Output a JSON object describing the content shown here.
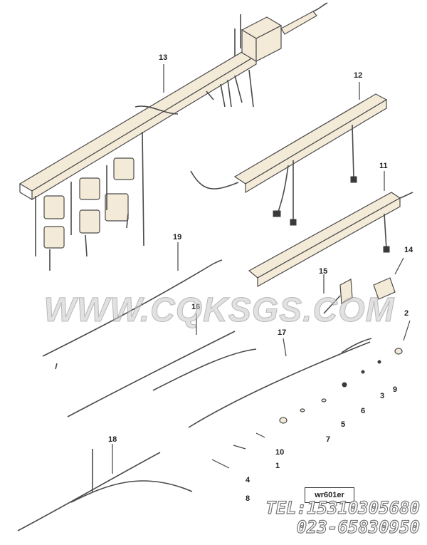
{
  "watermark": "WWW.CQKSGS.COM",
  "contact": {
    "tel": "TEL:15310305680",
    "phone": "023-65830950"
  },
  "ref_box": "wr601er",
  "callouts": [
    "13",
    "12",
    "11",
    "14",
    "15",
    "19",
    "16",
    "17",
    "2",
    "18",
    "9",
    "3",
    "6",
    "5",
    "7",
    "10",
    "1",
    "4",
    "8"
  ]
}
